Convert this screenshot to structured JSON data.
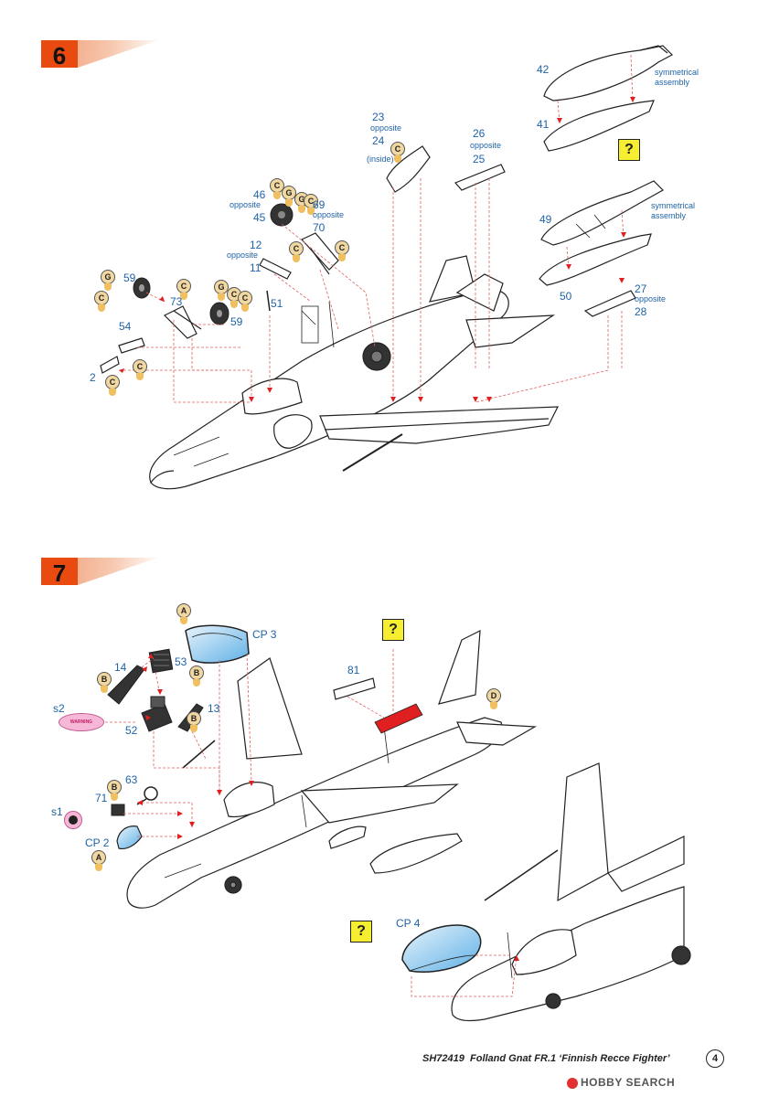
{
  "steps": [
    {
      "number": "6"
    },
    {
      "number": "7"
    }
  ],
  "step6": {
    "labels": {
      "p42": "42",
      "sym1_a": "symmetrical",
      "sym1_b": "assembly",
      "p41": "41",
      "p23": "23",
      "opp23": "opposite",
      "p24": "24",
      "inside": "(inside)",
      "p26": "26",
      "opp26": "opposite",
      "p25": "25",
      "p46": "46",
      "opp46": "opposite",
      "p45": "45",
      "p69": "69",
      "opp69": "opposite",
      "p70": "70",
      "p12": "12",
      "opp12": "opposite",
      "p11": "11",
      "p49": "49",
      "sym2_a": "symmetrical",
      "sym2_b": "assembly",
      "p50": "50",
      "p27": "27",
      "opp27": "opposite",
      "p28": "28",
      "p59a": "59",
      "p73": "73",
      "p51": "51",
      "p59b": "59",
      "p54": "54",
      "p2": "2"
    },
    "markers": {
      "m24": "C",
      "m46a": "C",
      "m46b": "G",
      "m69a": "G",
      "m69b": "C",
      "m12": "C",
      "m11r": "C",
      "m59g": "G",
      "m59c": "C",
      "m73c": "C",
      "m59bg": "G",
      "m59bc": "C",
      "m59bcc": "C",
      "m2c": "C",
      "m2cc": "C"
    },
    "unknown_icon": "?"
  },
  "step7": {
    "labels": {
      "cp3": "CP 3",
      "p81": "81",
      "p14": "14",
      "p53": "53",
      "s2": "s2",
      "p52": "52",
      "p13": "13",
      "p63": "63",
      "p71": "71",
      "s1": "s1",
      "cp2": "CP 2",
      "cp4": "CP 4"
    },
    "markers": {
      "mA1": "A",
      "mB14": "B",
      "mB53": "B",
      "mB13": "B",
      "mB71": "B",
      "mA2": "A",
      "mD": "D"
    },
    "decal_text": "WARNING",
    "unknown_icon1": "?",
    "unknown_icon2": "?"
  },
  "footer": {
    "code": "SH72419",
    "title": "Folland Gnat FR.1 ‘Finnish Recce Fighter’",
    "page": "4"
  },
  "watermark": "HOBBY SEARCH",
  "colors": {
    "step_badge": "#e84a10",
    "part_label": "#1f63a8",
    "guide_line": "#e06060",
    "canopy_tint": "#7fc4ee",
    "fuselage_tag": "#e02020",
    "unknown_box": "#f6ee30"
  }
}
